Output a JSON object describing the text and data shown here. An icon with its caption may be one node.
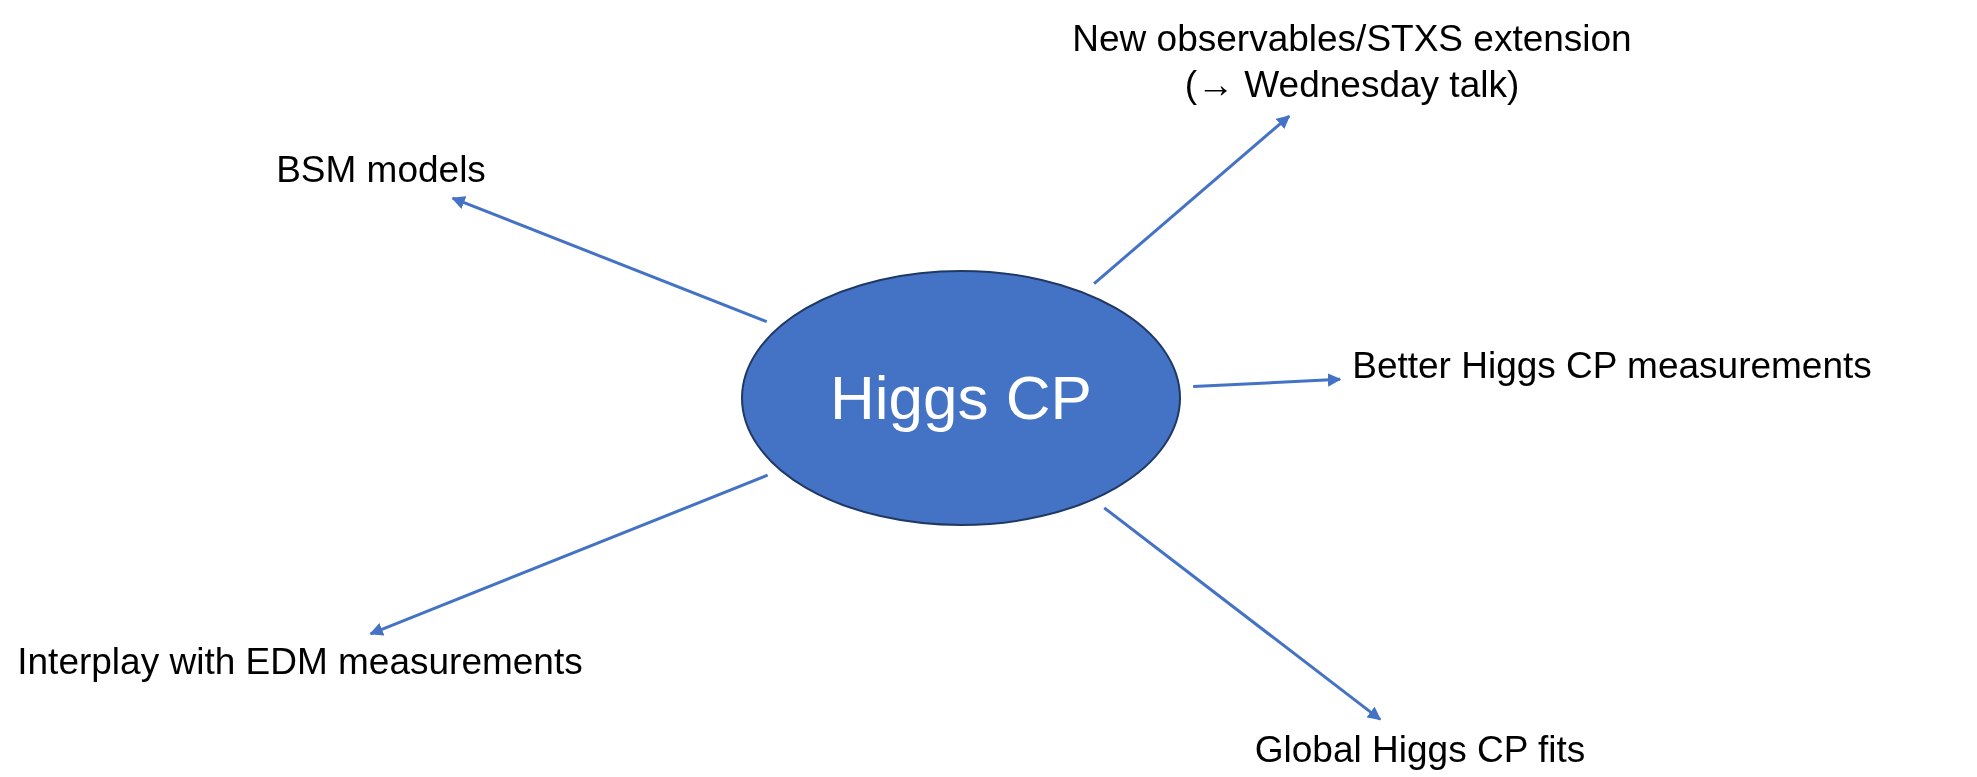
{
  "diagram": {
    "nodes": [
      {
        "text": [
          "New observables/STXS extension (→ Wednesday talk)"
        ]
      },
      {
        "text": [
          "BSM models"
        ]
      },
      {
        "text": [
          "Higgs CP"
        ]
      },
      {
        "text": [
          "Better Higgs CP measurements"
        ]
      },
      {
        "text": [
          "Interplay with EDM measurements"
        ]
      },
      {
        "text": [
          "Global Higgs CP fits"
        ]
      }
    ],
    "edges": [
      {
        "from": 2,
        "to": 0,
        "arrow": "to"
      },
      {
        "from": 2,
        "to": 1,
        "arrow": "to"
      },
      {
        "from": 2,
        "to": 3,
        "arrow": "to"
      },
      {
        "from": 2,
        "to": 4,
        "arrow": "to"
      },
      {
        "from": 2,
        "to": 5,
        "arrow": "to"
      }
    ]
  }
}
